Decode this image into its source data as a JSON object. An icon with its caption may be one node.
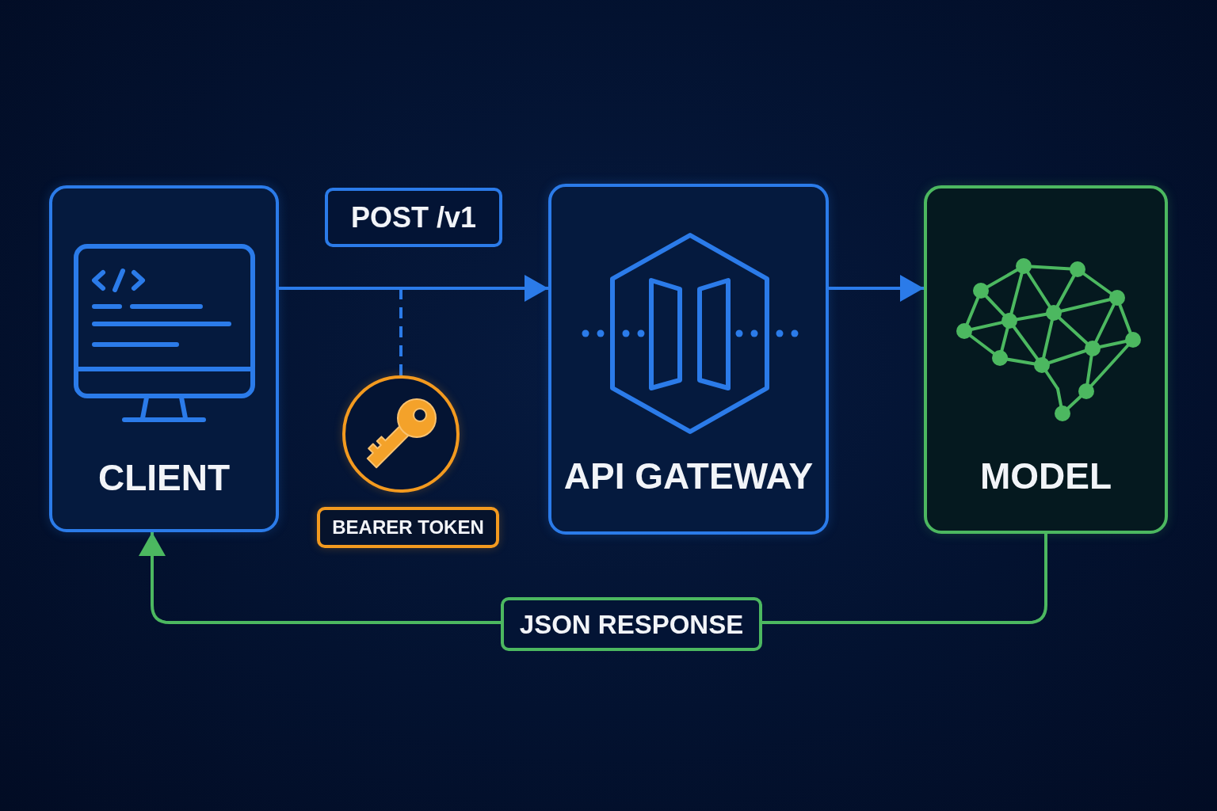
{
  "diagram": {
    "nodes": [
      {
        "text": [
          "CLIENT"
        ]
      },
      {
        "text": [],
        "shape": "circle"
      },
      {
        "text": [
          "BEARER TOKEN"
        ]
      },
      {
        "text": [
          "API GATEWAY"
        ]
      },
      {
        "text": [
          "MODEL"
        ]
      }
    ],
    "edges": [
      {
        "from": 0,
        "to": 3,
        "arrow": "to",
        "label": "POST /v1"
      },
      {
        "from": 3,
        "to": 4,
        "arrow": "to"
      },
      {
        "from": 4,
        "to": 0,
        "arrow": "to",
        "label": "JSON RESPONSE",
        "color": "#4cb860"
      },
      {
        "from": 1,
        "to": null,
        "arrow": "none",
        "style": "dashed"
      }
    ]
  }
}
